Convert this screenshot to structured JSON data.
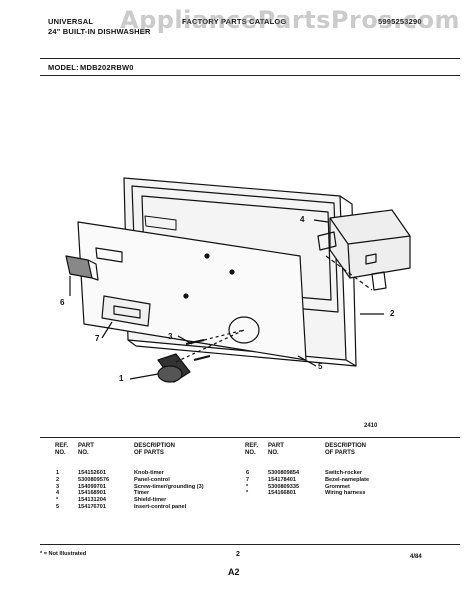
{
  "header": {
    "brand": "UNIVERSAL",
    "subtitle": "24\" BUILT-IN DISHWASHER",
    "catalog_title": "FACTORY PARTS CATALOG",
    "catalog_number": "5995253290",
    "model_label": "MODEL:",
    "model_value": "MDB202RBW0"
  },
  "watermark": "AppliancePartsPros.com",
  "diagram": {
    "callouts": [
      "1",
      "2",
      "3",
      "4",
      "5",
      "6",
      "7"
    ],
    "figure_number": "2410"
  },
  "table": {
    "left_headers": {
      "ref": "REF.\nNO.",
      "part": "PART\nNO.",
      "desc": "DESCRIPTION\nOF PARTS"
    },
    "right_headers": {
      "ref": "REF.\nNO.",
      "part": "PART\nNO.",
      "desc": "DESCRIPTION\nOF PARTS"
    },
    "left_rows": [
      {
        "ref": "1",
        "part": "154152601",
        "desc": "Knob-timer"
      },
      {
        "ref": "2",
        "part": "5300809576",
        "desc": "Panel-control"
      },
      {
        "ref": "3",
        "part": "154099701",
        "desc": "Screw-timer/grounding (3)"
      },
      {
        "ref": "4",
        "part": "154168901",
        "desc": "Timer"
      },
      {
        "ref": "*",
        "part": "154131204",
        "desc": "Shield-timer"
      },
      {
        "ref": "5",
        "part": "154176701",
        "desc": "Insert-control panel"
      }
    ],
    "right_rows": [
      {
        "ref": "6",
        "part": "5300809854",
        "desc": "Switch-rocker"
      },
      {
        "ref": "7",
        "part": "154178401",
        "desc": "Bezel-nameplate"
      },
      {
        "ref": "*",
        "part": "5300809335",
        "desc": "Grommet"
      },
      {
        "ref": "*",
        "part": "154166801",
        "desc": "Wiring harness"
      }
    ]
  },
  "footer": {
    "note": "* = Not Illustrated",
    "page": "2",
    "date": "4/84",
    "section": "A2"
  }
}
